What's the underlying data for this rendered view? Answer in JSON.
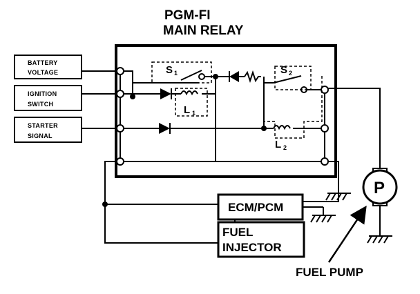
{
  "diagram": {
    "title_line1": "PGM-FI",
    "title_line2": "MAIN RELAY",
    "inputs": [
      {
        "line1": "BATTERY",
        "line2": "VOLTAGE"
      },
      {
        "line1": "IGNITION",
        "line2": "SWITCH"
      },
      {
        "line1": "STARTER",
        "line2": "SIGNAL"
      }
    ],
    "switch1": {
      "label": "S",
      "sub": "1"
    },
    "switch2": {
      "label": "S",
      "sub": "2"
    },
    "coil1": {
      "label": "L",
      "sub": "1"
    },
    "coil2": {
      "label": "L",
      "sub": "2"
    },
    "ecm_label": "ECM/PCM",
    "injector_line1": "FUEL",
    "injector_line2": "INJECTOR",
    "pump_symbol": "P",
    "pump_label": "FUEL PUMP"
  }
}
